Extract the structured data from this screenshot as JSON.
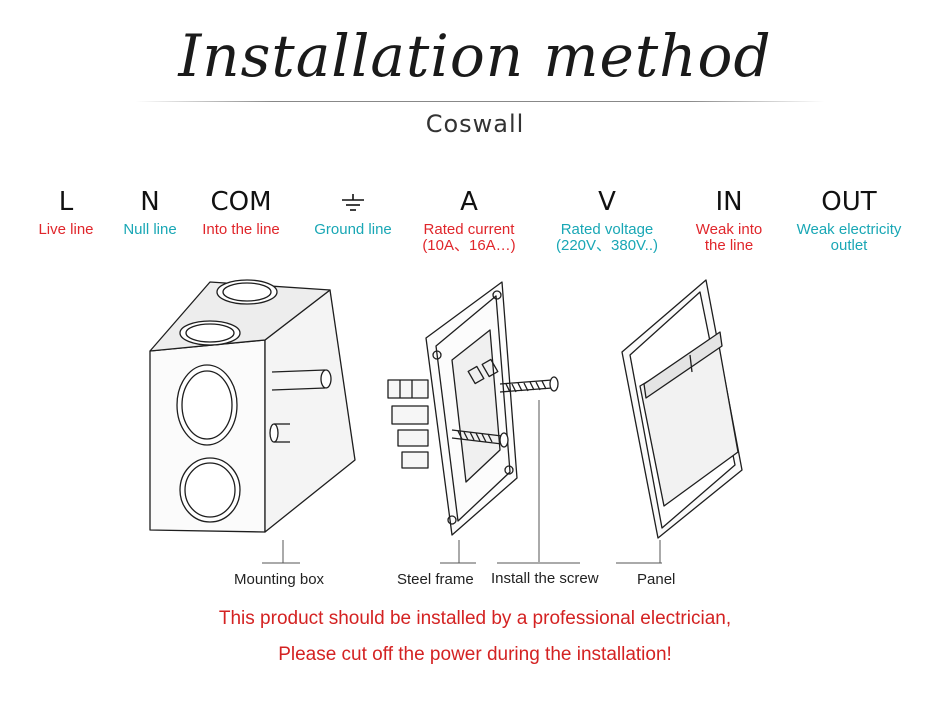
{
  "header": {
    "title": "Installation method",
    "brand": "Coswall"
  },
  "colors": {
    "red": "#e0262b",
    "teal": "#19a7b5",
    "notice": "#d42222"
  },
  "terminals": [
    {
      "symbol": "L",
      "desc": [
        "Live line"
      ],
      "color": "red"
    },
    {
      "symbol": "N",
      "desc": [
        "Null line"
      ],
      "color": "teal"
    },
    {
      "symbol": "COM",
      "desc": [
        "Into the line"
      ],
      "color": "red"
    },
    {
      "symbol": "",
      "icon": "ground-symbol-icon",
      "desc": [
        "Ground line"
      ],
      "color": "teal"
    },
    {
      "symbol": "A",
      "desc": [
        "Rated current",
        "(10A、16A…)"
      ],
      "color": "red"
    },
    {
      "symbol": "V",
      "desc": [
        "Rated voltage",
        "(220V、380V..)"
      ],
      "color": "teal"
    },
    {
      "symbol": "IN",
      "desc": [
        "Weak into",
        "the line"
      ],
      "color": "red"
    },
    {
      "symbol": "OUT",
      "desc": [
        "Weak electricity",
        "outlet"
      ],
      "color": "teal"
    }
  ],
  "parts": [
    {
      "label": "Mounting box"
    },
    {
      "label": "Steel frame"
    },
    {
      "label": "Install the screw"
    },
    {
      "label": "Panel"
    }
  ],
  "notice": {
    "line1": "This product should be installed by a professional electrician,",
    "line2": "Please cut off the power during the installation!"
  }
}
